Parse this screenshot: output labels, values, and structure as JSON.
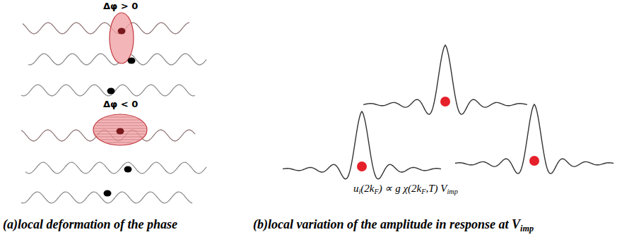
{
  "diagram": {
    "labels": [
      "Δφ > 0",
      "Δφ < 0",
      "u",
      "i",
      "(2k",
      "F",
      ") ∝ g χ(2k",
      "F",
      ",T) V",
      "imp",
      "(a)local deformation of the phase",
      "(b)local variation of the amplitude in response at V",
      "imp"
    ]
  }
}
